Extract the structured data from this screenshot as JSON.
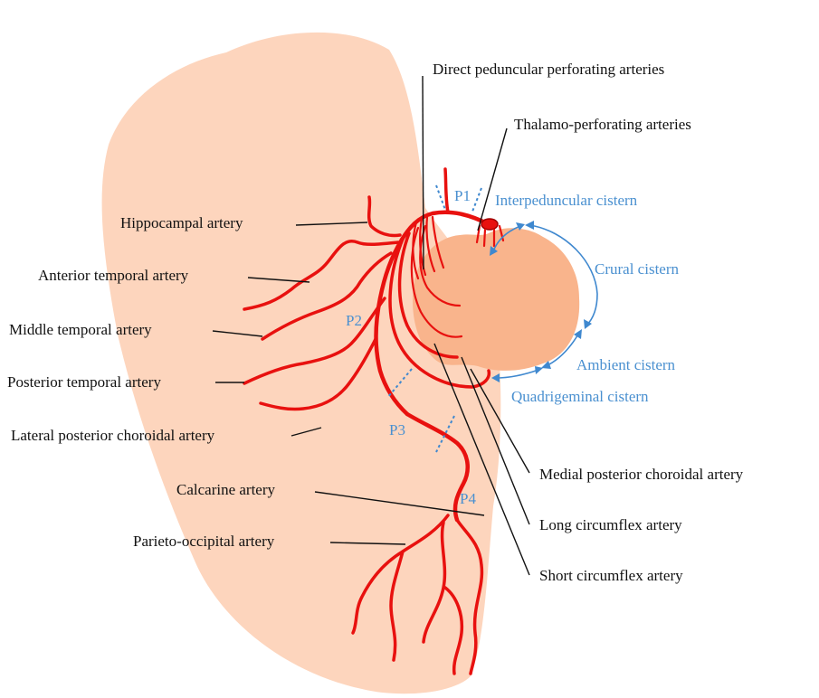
{
  "labels": {
    "direct_peduncular": "Direct peduncular perforating arteries",
    "thalamo_perforating": "Thalamo-perforating arteries",
    "hippocampal": "Hippocampal artery",
    "anterior_temporal": "Anterior temporal artery",
    "middle_temporal": "Middle temporal artery",
    "posterior_temporal": "Posterior temporal artery",
    "lateral_posterior_choroidal": "Lateral posterior choroidal artery",
    "calcarine": "Calcarine artery",
    "parieto_occipital": "Parieto-occipital artery",
    "medial_posterior_choroidal": "Medial posterior choroidal artery",
    "long_circumflex": "Long circumflex artery",
    "short_circumflex": "Short circumflex artery"
  },
  "cisterns": {
    "interpeduncular": "Interpeduncular cistern",
    "crural": "Crural cistern",
    "ambient": "Ambient cistern",
    "quadrigeminal": "Quadrigeminal cistern"
  },
  "segments": {
    "p1": "P1",
    "p2": "P2",
    "p3": "P3",
    "p4": "P4"
  },
  "colors": {
    "hemisphere": "#fdd5bd",
    "midbrain": "#f9b48c",
    "artery": "#e8110f",
    "cistern_blue": "#4a90d0",
    "label_text": "#111111"
  }
}
